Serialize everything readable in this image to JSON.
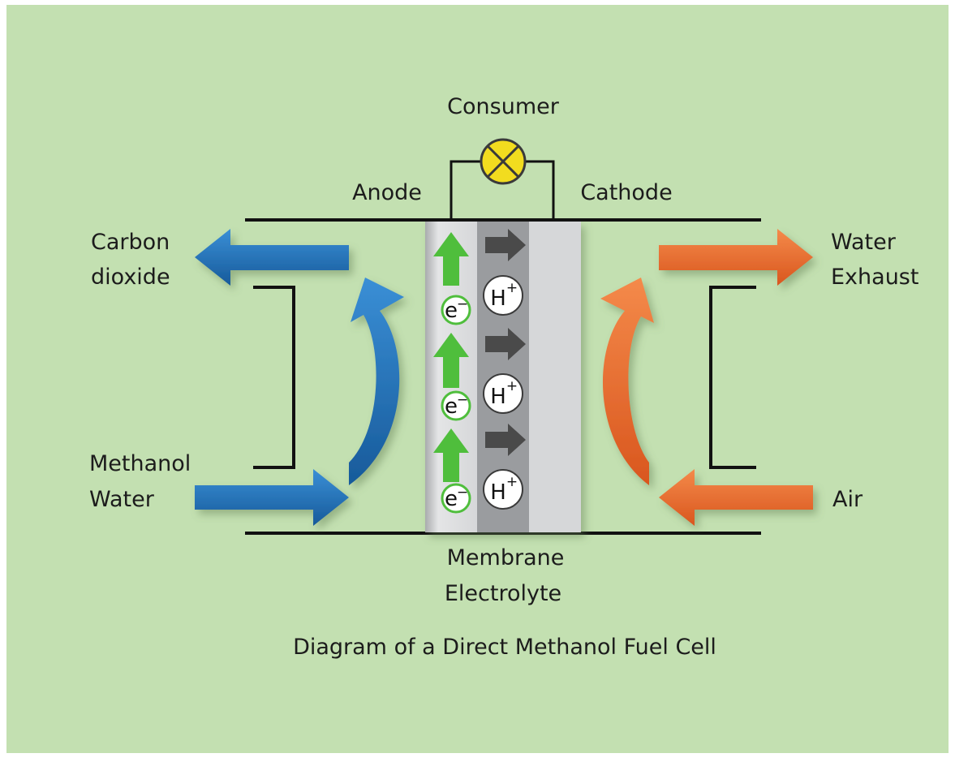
{
  "labels": {
    "consumer": "Consumer",
    "anode": "Anode",
    "cathode": "Cathode",
    "carbon_dioxide": [
      "Carbon",
      "dioxide"
    ],
    "water_exhaust": [
      "Water",
      "Exhaust"
    ],
    "methanol_water": [
      "Methanol",
      "Water"
    ],
    "air": "Air",
    "membrane_electrolyte": [
      "Membrane",
      "Electrolyte"
    ],
    "caption": "Diagram of a Direct Methanol Fuel Cell"
  },
  "ions": {
    "electron_base": "e",
    "electron_charge": "−",
    "proton_base": "H",
    "proton_charge": "+"
  },
  "colors": {
    "background": "#c3e0b1",
    "blue_arrow": "#1f6fb8",
    "orange_arrow": "#e8672a",
    "green_arrow": "#4fbe3c",
    "grey_arrow": "#4a4a4a",
    "membrane_light": "#d9dadc",
    "membrane_dark": "#9a9c9f",
    "consumer_lamp": "#f2dc1f"
  }
}
